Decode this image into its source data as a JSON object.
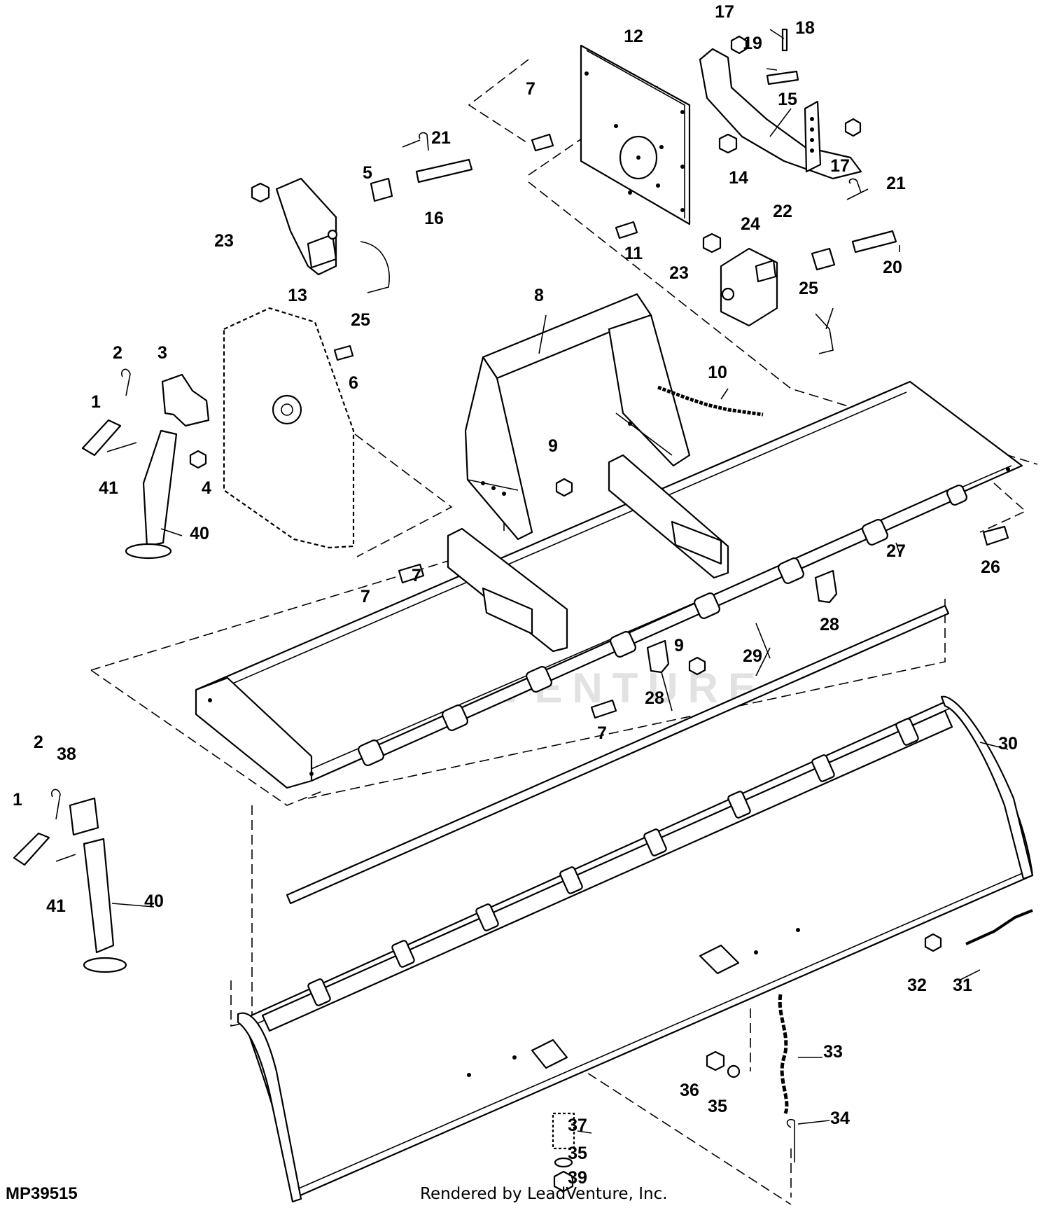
{
  "diagram_id": "MP39515",
  "render_credit": "Rendered by LeadVenture, Inc.",
  "watermark": "LEADVENTURE",
  "callouts": [
    "1",
    "1",
    "2",
    "2",
    "3",
    "4",
    "5",
    "6",
    "7",
    "7",
    "7",
    "7",
    "8",
    "9",
    "9",
    "10",
    "11",
    "12",
    "13",
    "14",
    "15",
    "16",
    "17",
    "17",
    "18",
    "19",
    "20",
    "21",
    "21",
    "22",
    "23",
    "23",
    "24",
    "25",
    "25",
    "26",
    "27",
    "28",
    "28",
    "29",
    "30",
    "31",
    "32",
    "33",
    "34",
    "35",
    "35",
    "36",
    "37",
    "38",
    "39",
    "40",
    "40",
    "41",
    "41"
  ]
}
